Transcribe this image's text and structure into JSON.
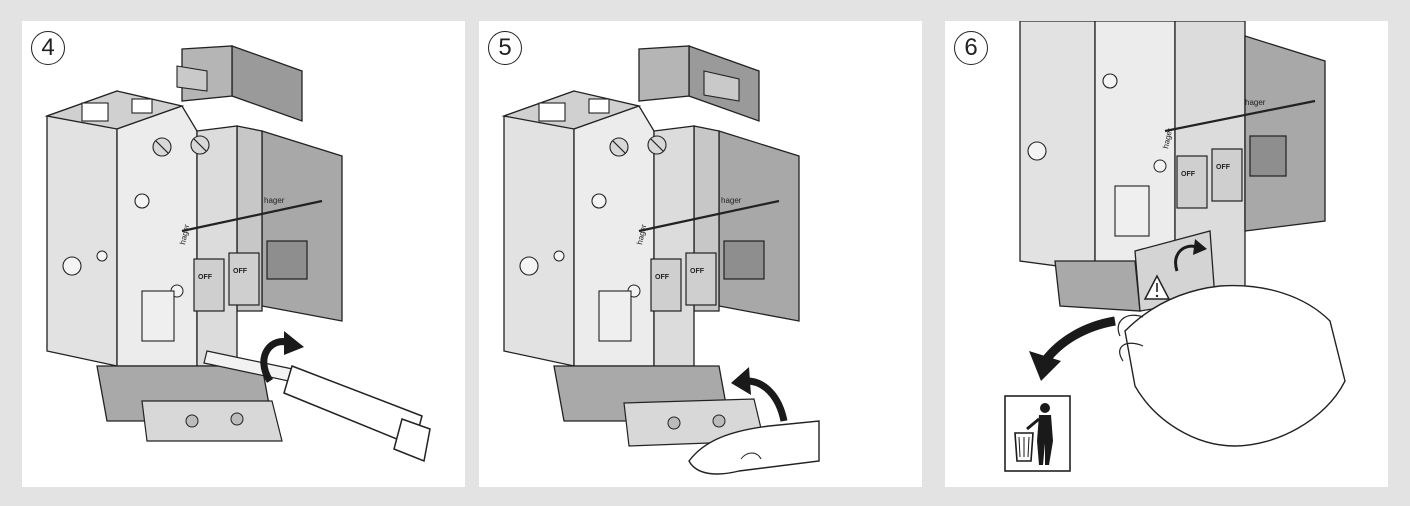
{
  "panels": [
    {
      "step": "4",
      "brand": [
        "hager",
        "hager"
      ],
      "switch_labels": [
        "OFF",
        "OFF"
      ]
    },
    {
      "step": "5",
      "brand": [
        "hager",
        "hager"
      ],
      "switch_labels": [
        "OFF",
        "OFF"
      ]
    },
    {
      "step": "6",
      "brand": [
        "hager",
        "hager"
      ],
      "switch_labels": [
        "OFF",
        "OFF"
      ]
    }
  ],
  "colors": {
    "background": "#e3e3e3",
    "panel": "#ffffff",
    "device_light": "#dedede",
    "device_mid": "#c4c4c4",
    "device_dark": "#9a9a9a",
    "arrow": "#1a1a1a"
  },
  "icons": [
    "screwdriver-icon",
    "rotate-arrow-icon",
    "hand-icon",
    "curved-arrow-icon",
    "warning-triangle-icon",
    "dispose-bin-icon"
  ]
}
